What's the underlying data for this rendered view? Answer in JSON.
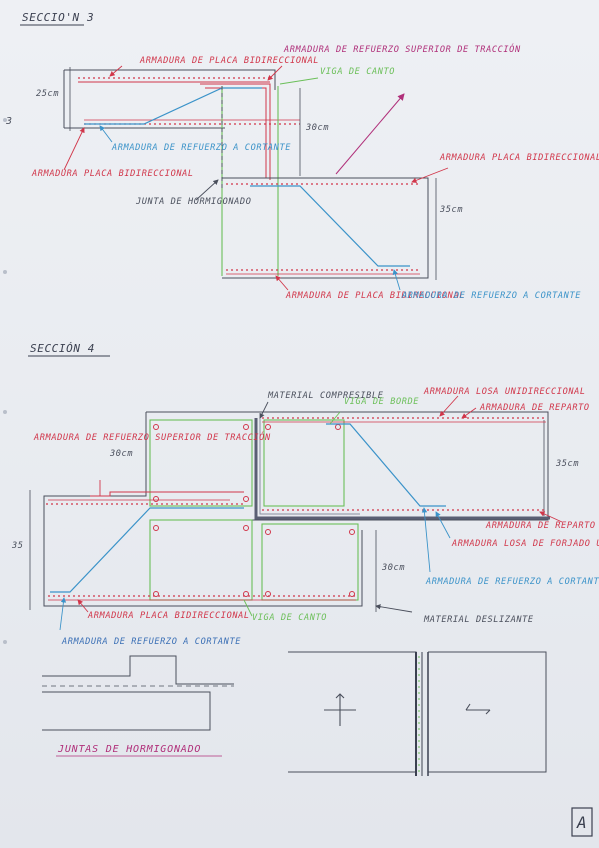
{
  "sections": [
    {
      "title": "SECCIO'N 3",
      "labels": {
        "placa_top": "ARMADURA DE PLACA BIDIRECCIONAL",
        "refuerzo_superior": "ARMADURA DE REFUERZO SUPERIOR DE TRACCIÓN",
        "viga_canto": "VIGA DE CANTO",
        "dim_left": "25cm",
        "dim_mid": "30cm",
        "dim_right": "35cm",
        "cortante_left": "ARMADURA DE REFUERZO A CORTANTE",
        "placa_left": "ARMADURA PLACA BIDIRECCIONAL",
        "junta": "JUNTA DE HORMIGONADO",
        "placa_right": "ARMADURA PLACA BIDIRECCIONAL",
        "placa_bottom": "ARMADURA DE PLACA BIDIRECCIONAL",
        "cortante_right": "ARMADURA DE REFUERZO A CORTANTE"
      }
    },
    {
      "title": "SECCIÓN 4",
      "labels": {
        "material_compresible": "MATERIAL COMPRESIBLE",
        "viga_borde": "VIGA DE BORDE",
        "losa_unidireccional": "ARMADURA LOSA UNIDIRECCIONAL",
        "reparto_top": "ARMADURA DE REPARTO",
        "refuerzo_superior": "ARMADURA DE REFUERZO SUPERIOR DE TRACCIÓN",
        "dim_top": "30cm",
        "dim_right": "35cm",
        "dim_left": "35",
        "dim_bottom": "30cm",
        "reparto_right": "ARMADURA DE REPARTO",
        "losa_forjado": "ARMADURA LOSA DE FORJADO UNIDIRECCIONAL",
        "cortante_right": "ARMADURA DE REFUERZO A CORTANTE",
        "placa_bottom": "ARMADURA PLACA BIDIRECCIONAL",
        "viga_canto": "VIGA DE CANTO",
        "material_deslizante": "MATERIAL DESLIZANTE",
        "cortante_bottom": "ARMADURA DE REFUERZO A CORTANTE"
      }
    }
  ],
  "juntas_title": "JUNTAS DE HORMIGONADO",
  "page_margin_number": "3",
  "sheet_mark": "A",
  "colors": {
    "pencil": "#4a4f5c",
    "red": "#d1364a",
    "green": "#6bbf59",
    "blue": "#3b93c9",
    "magenta": "#b0307a",
    "blue_text": "#3a6fb5"
  }
}
